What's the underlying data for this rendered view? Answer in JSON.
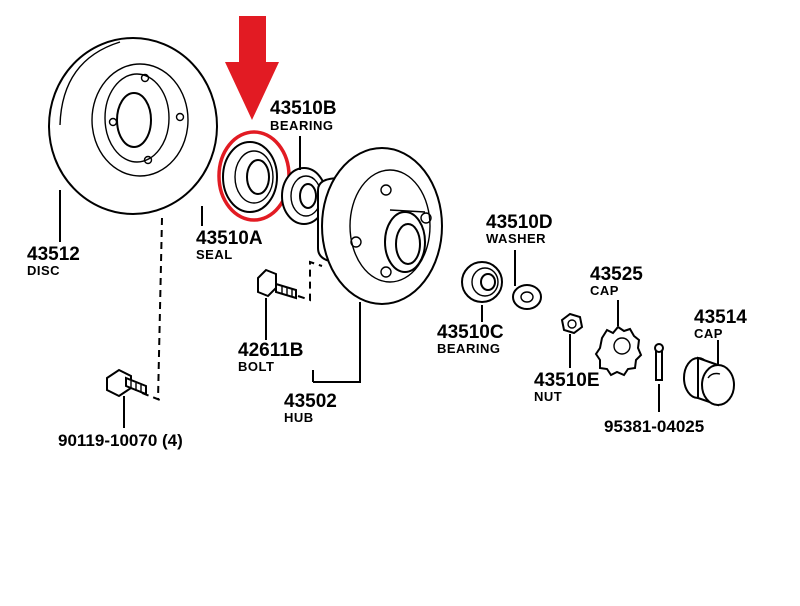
{
  "parts": {
    "disc": {
      "number": "43512",
      "name": "DISC"
    },
    "seal": {
      "number": "43510A",
      "name": "SEAL"
    },
    "bearing_inner": {
      "number": "43510B",
      "name": "BEARING"
    },
    "washer": {
      "number": "43510D",
      "name": "WASHER"
    },
    "cap_small": {
      "number": "43525",
      "name": "CAP"
    },
    "cap_large": {
      "number": "43514",
      "name": "CAP"
    },
    "bearing_outer": {
      "number": "43510C",
      "name": "BEARING"
    },
    "bolt": {
      "number": "42611B",
      "name": "BOLT"
    },
    "nut": {
      "number": "43510E",
      "name": "NUT"
    },
    "hub": {
      "number": "43502",
      "name": "HUB"
    },
    "disc_bolt": {
      "number": "90119-10070 (4)"
    },
    "cotter_pin": {
      "number": "95381-04025"
    }
  },
  "highlight": {
    "color": "#e21b23"
  }
}
